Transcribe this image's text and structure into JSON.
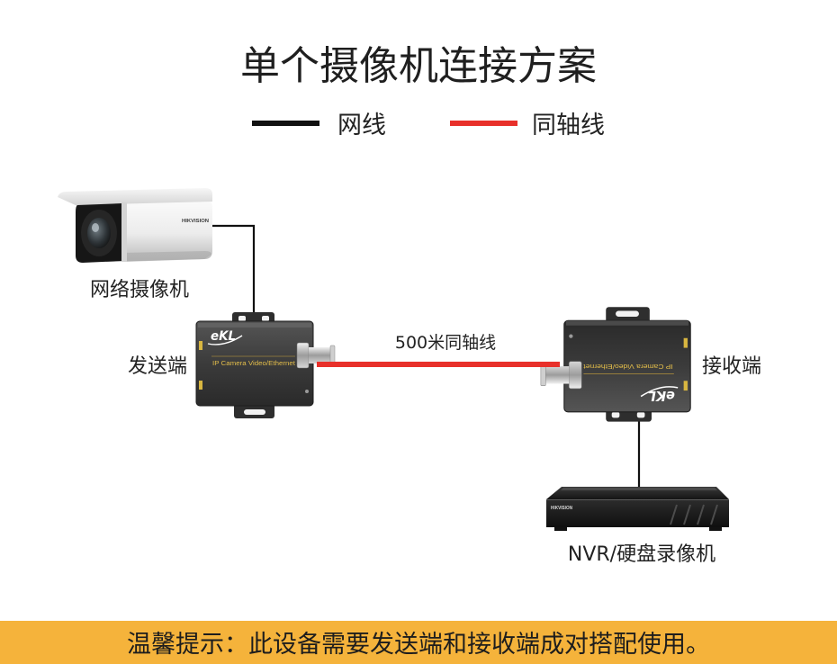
{
  "title": "单个摄像机连接方案",
  "legend": [
    {
      "label": "网线",
      "color": "#111111"
    },
    {
      "label": "同轴线",
      "color": "#e8302a"
    }
  ],
  "nodes": {
    "camera": {
      "label": "网络摄像机",
      "brand": "HIKVISION"
    },
    "transmitter": {
      "label": "发送端",
      "logo": "eKL",
      "model": "IP Camera Video/Ethernet"
    },
    "receiver": {
      "label": "接收端",
      "logo": "eKL",
      "model": "IP Camera Video/Ethernet"
    },
    "nvr": {
      "label": "NVR/硬盘录像机",
      "brand": "HIKVISION"
    }
  },
  "coax_link": {
    "label": "500米同轴线"
  },
  "notice": {
    "text": "温馨提示：此设备需要发送端和接收端成对搭配使用。",
    "background": "#f5b33b"
  }
}
